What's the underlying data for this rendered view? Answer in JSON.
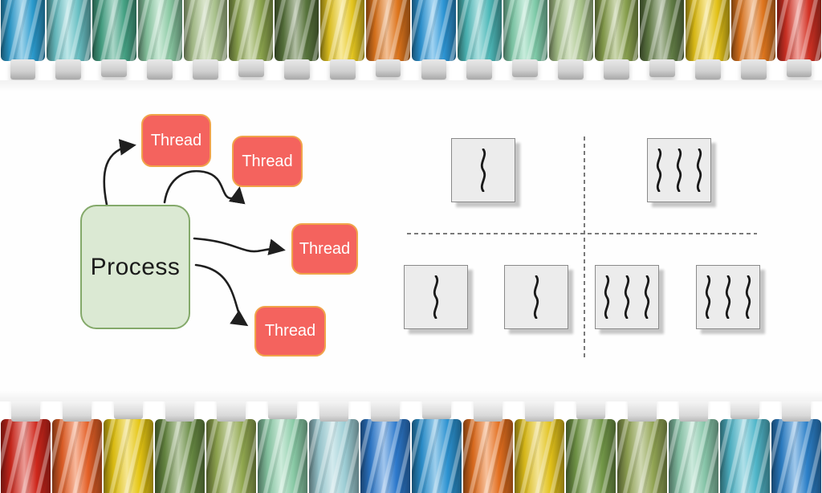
{
  "process_diagram": {
    "process_label": "Process",
    "thread_labels": [
      "Thread",
      "Thread",
      "Thread",
      "Thread"
    ],
    "colors": {
      "process_fill": "#dbe9d3",
      "process_border": "#84a96a",
      "process_text": "#1b1b1b",
      "thread_fill": "#f4635e",
      "thread_border": "#f0a44a",
      "thread_text": "#ffffff",
      "arrow": "#1f1f1f"
    }
  },
  "quadrant_diagram": {
    "divider_color": "#7a7a7a",
    "box_fill": "#ececec",
    "box_border": "#8a8a8a",
    "thread_line_color": "#1a1a1a",
    "boxes": [
      {
        "quadrant": "top-left",
        "threads": 1
      },
      {
        "quadrant": "top-right",
        "threads": 3
      },
      {
        "quadrant": "bottom-left",
        "threads": 1
      },
      {
        "quadrant": "bottom-left",
        "threads": 1
      },
      {
        "quadrant": "bottom-right",
        "threads": 3
      },
      {
        "quadrant": "bottom-right",
        "threads": 3
      }
    ]
  },
  "photo_borders": {
    "top_spool_colors": [
      "#2ea6dc",
      "#6ec9cd",
      "#4aae8e",
      "#90d2aa",
      "#b5cf96",
      "#93ad52",
      "#5e7c40",
      "#f0d022",
      "#ee7d1e",
      "#2f9de0",
      "#52c6c6",
      "#86d6b2",
      "#b4d194",
      "#8fa852",
      "#68854a",
      "#eecb18",
      "#ef7e20",
      "#dd3426"
    ],
    "bottom_spool_colors": [
      "#dd2a1e",
      "#ef6428",
      "#f6d414",
      "#6d9146",
      "#9cb456",
      "#90d4ae",
      "#a8dce4",
      "#2f7fd6",
      "#2f9de0",
      "#ee7420",
      "#f2cf1c",
      "#79a04c",
      "#9cb05a",
      "#8fd0b2",
      "#56c4d8",
      "#2e86d2"
    ]
  }
}
